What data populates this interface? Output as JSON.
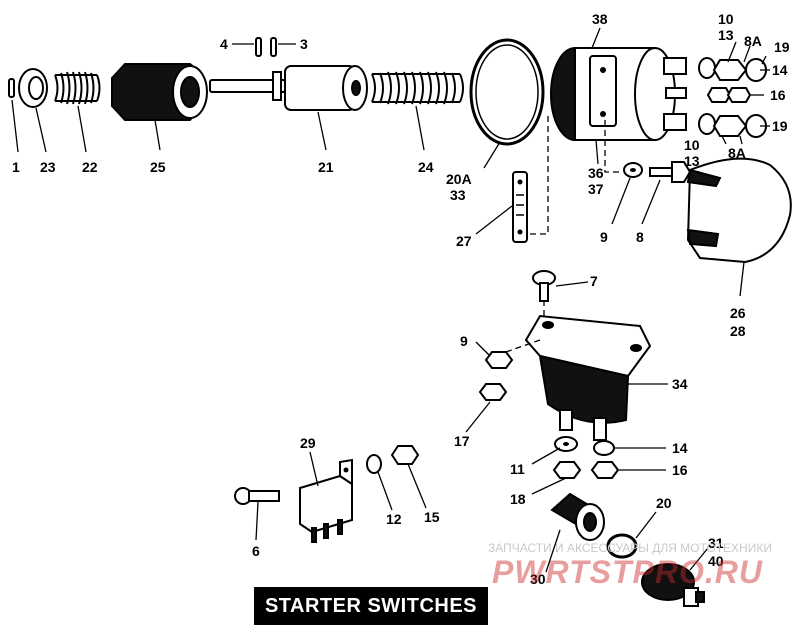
{
  "title": "STARTER SWITCHES",
  "watermark": {
    "caption": "ЗАПЧАСТИ И АКСЕССУАРЫ ДЛЯ МОТОТЕХНИКИ",
    "logo": "PWRTSTPRO.RU"
  },
  "callouts": {
    "c1": "1",
    "c23": "23",
    "c22": "22",
    "c25": "25",
    "c4": "4",
    "c3": "3",
    "c21": "21",
    "c24": "24",
    "c20a_33_a": "20A",
    "c20a_33_b": "33",
    "c27": "27",
    "c38": "38",
    "c36_37_a": "36",
    "c36_37_b": "37",
    "c10_13_top_a": "10",
    "c10_13_top_b": "13",
    "c8a_top": "8A",
    "c19_top": "19",
    "c14_top": "14",
    "c16_top": "16",
    "c19_mid": "19",
    "c10_13_mid_a": "10",
    "c10_13_mid_b": "13",
    "c8a_mid": "8A",
    "c9_top": "9",
    "c8": "8",
    "c26_28_a": "26",
    "c26_28_b": "28",
    "c7": "7",
    "c9_mid": "9",
    "c34": "34",
    "c17": "17",
    "c14_mid": "14",
    "c11": "11",
    "c16_mid": "16",
    "c18": "18",
    "c29": "29",
    "c12": "12",
    "c15": "15",
    "c6": "6",
    "c20": "20",
    "c30": "30",
    "c31": "31",
    "c40": "40"
  },
  "colors": {
    "ink": "#000000",
    "paper": "#ffffff",
    "watermark_red": "#c82828"
  }
}
